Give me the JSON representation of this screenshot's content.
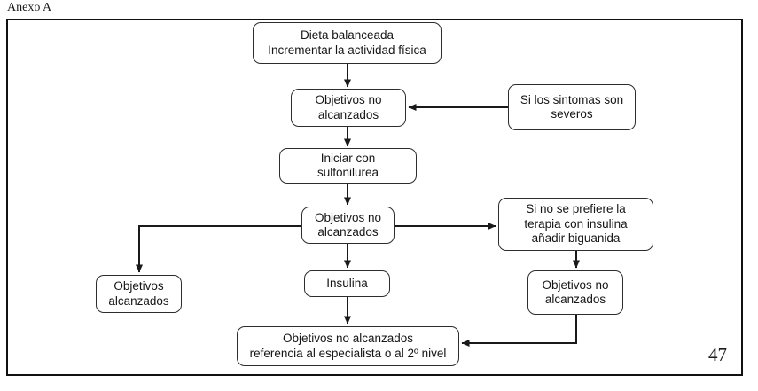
{
  "page": {
    "annex_label": "Anexo A",
    "page_number": "47"
  },
  "flowchart": {
    "nodes": {
      "dieta": {
        "label": "Dieta balanceada\nIncrementar la actividad física"
      },
      "objetivos_no_1": {
        "label": "Objetivos no\nalcanzados"
      },
      "sintomas_severos": {
        "label": "Si los sintomas son\nseveros"
      },
      "sulfonilurea": {
        "label": "Iniciar con\nsulfonilurea"
      },
      "objetivos_no_2": {
        "label": "Objetivos no\nalcanzados"
      },
      "biguanida": {
        "label": "Si no se prefiere la\nterapia con insulina\nañadir biguanida"
      },
      "objetivos_alcanzados": {
        "label": "Objetivos\nalcanzados"
      },
      "insulina": {
        "label": "Insulina"
      },
      "objetivos_no_3": {
        "label": "Objetivos no\nalcanzados"
      },
      "referencia": {
        "label": "Objetivos no alcanzados\nreferencia al especialista o al 2º nivel"
      }
    },
    "connections": [
      {
        "from": "dieta",
        "to": "objetivos_no_1"
      },
      {
        "from": "sintomas_severos",
        "to": "objetivos_no_1"
      },
      {
        "from": "objetivos_no_1",
        "to": "sulfonilurea"
      },
      {
        "from": "sulfonilurea",
        "to": "objetivos_no_2"
      },
      {
        "from": "objetivos_no_2",
        "to": "objetivos_alcanzados"
      },
      {
        "from": "objetivos_no_2",
        "to": "biguanida"
      },
      {
        "from": "objetivos_no_2",
        "to": "insulina"
      },
      {
        "from": "biguanida",
        "to": "objetivos_no_3"
      },
      {
        "from": "insulina",
        "to": "referencia"
      },
      {
        "from": "objetivos_no_3",
        "to": "referencia"
      }
    ]
  },
  "colors": {
    "line": "#1a1a1a",
    "box_border": "#2d2d2d",
    "frame_border": "#111111",
    "background": "#ffffff"
  }
}
